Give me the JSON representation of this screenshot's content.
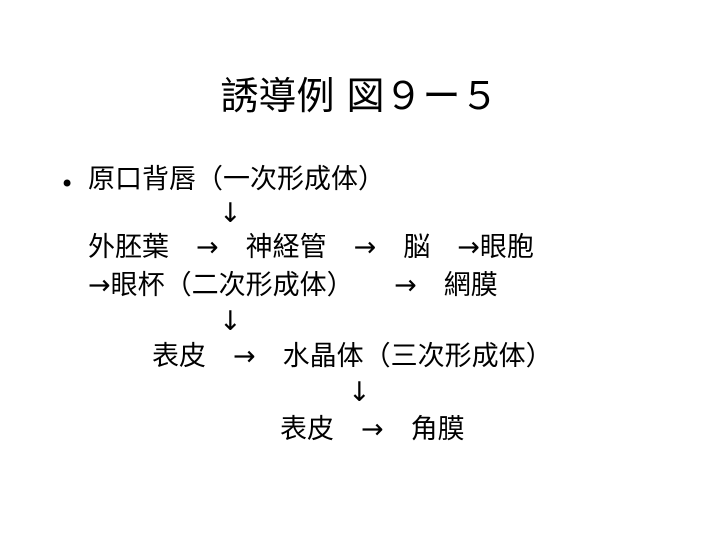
{
  "title": "誘導例 図９ー５",
  "bullet": "•",
  "lines": [
    "原口背唇（一次形成体）",
    "外胚葉　→　神経管　→　脳　→眼胞",
    "→眼杯（二次形成体）　　→　網膜",
    "表皮　→　水晶体（三次形成体）",
    "表皮　→　角膜"
  ],
  "down_arrow": "↓"
}
